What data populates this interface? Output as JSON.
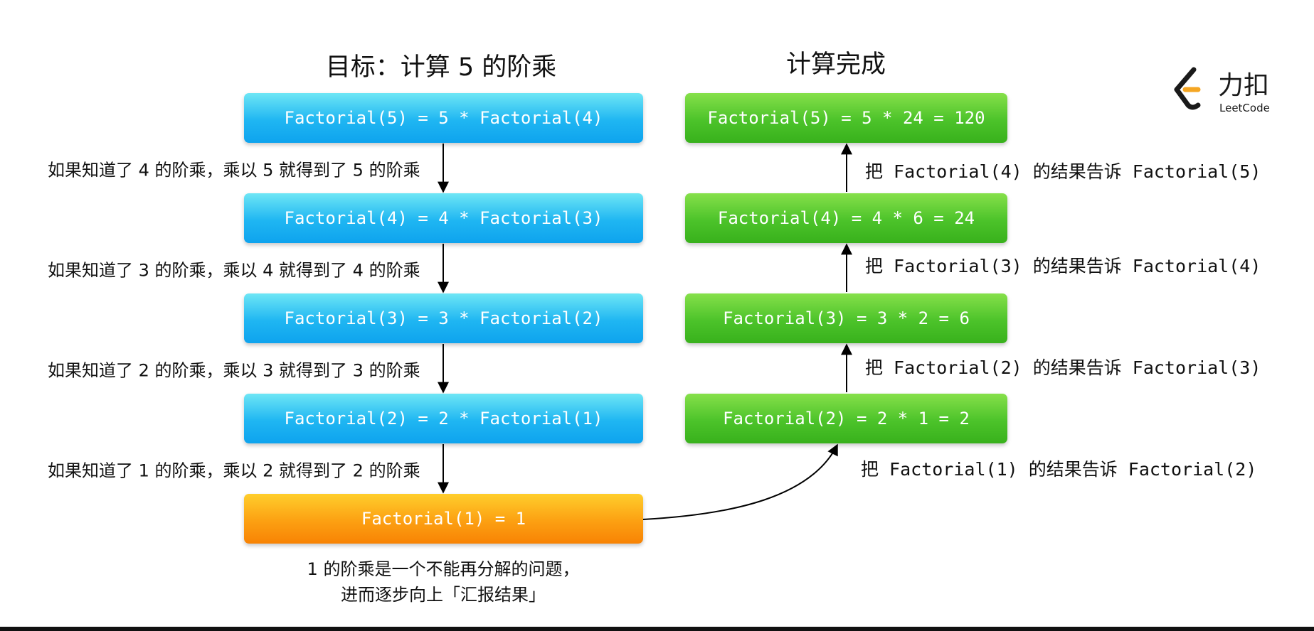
{
  "left_title": "目标：计算 5 的阶乘",
  "right_title": "计算完成",
  "left_boxes": [
    "Factorial(5) = 5 * Factorial(4)",
    "Factorial(4) = 4 * Factorial(3)",
    "Factorial(3) = 3 * Factorial(2)",
    "Factorial(2) = 2 * Factorial(1)"
  ],
  "base_box": "Factorial(1) = 1",
  "left_labels": [
    "如果知道了 4 的阶乘，乘以 5 就得到了 5 的阶乘",
    "如果知道了 3 的阶乘，乘以 4 就得到了 4 的阶乘",
    "如果知道了 2 的阶乘，乘以 3 就得到了 3 的阶乘",
    "如果知道了 1 的阶乘，乘以 2 就得到了 2 的阶乘"
  ],
  "right_boxes": [
    "Factorial(5) = 5 * 24 = 120",
    "Factorial(4) = 4 * 6 = 24",
    "Factorial(3) = 3 * 2 = 6",
    "Factorial(2) = 2 * 1 = 2"
  ],
  "right_labels": [
    "把 Factorial(4) 的结果告诉 Factorial(5)",
    "把 Factorial(3) 的结果告诉 Factorial(4)",
    "把 Factorial(2) 的结果告诉 Factorial(3)",
    "把 Factorial(1) 的结果告诉 Factorial(2)"
  ],
  "bottom_note": {
    "line1": "1 的阶乘是一个不能再分解的问题，",
    "line2": "进而逐步向上「汇报结果」"
  },
  "logo": {
    "chinese": "力扣",
    "english": "LeetCode",
    "icon": "leetcode-logo-icon"
  },
  "colors": {
    "blue": "#1fb6f2",
    "green": "#4cc32a",
    "orange": "#fca012",
    "logo_orange": "#f5a623"
  }
}
